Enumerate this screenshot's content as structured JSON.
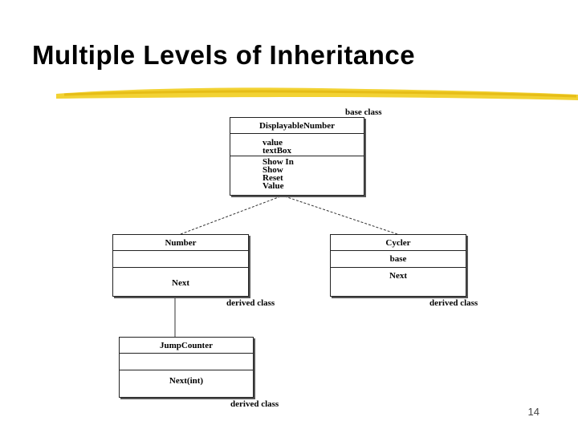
{
  "slide": {
    "title": "Multiple Levels of Inheritance",
    "page_number": "14",
    "underline_color": "#f2d233"
  },
  "diagram": {
    "base_label": "base class",
    "derived_label": "derived class",
    "displayable": {
      "name": "DisplayableNumber",
      "attributes": [
        "value",
        "textBox"
      ],
      "methods": [
        "Show In",
        "Show",
        "Reset",
        "Value"
      ]
    },
    "number": {
      "name": "Number",
      "attributes": [],
      "methods": [
        "Next"
      ]
    },
    "cycler": {
      "name": "Cycler",
      "attributes": [
        "base"
      ],
      "methods": [
        "Next"
      ]
    },
    "jump_counter": {
      "name": "JumpCounter",
      "attributes": [],
      "methods": [
        "Next(int)"
      ]
    }
  }
}
